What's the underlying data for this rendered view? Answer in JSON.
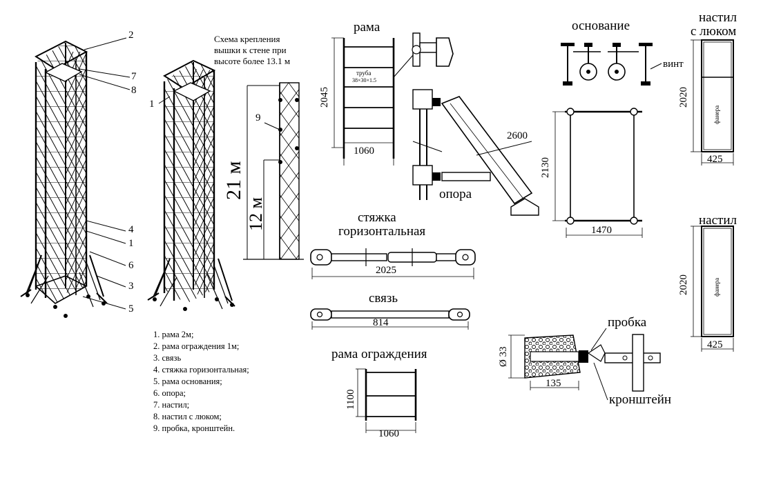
{
  "tower_callouts": {
    "c2": "2",
    "c7": "7",
    "c8": "8",
    "c1a": "1",
    "c4": "4",
    "c1b": "1",
    "c6": "6",
    "c3": "3",
    "c5": "5",
    "c9": "9"
  },
  "wall_scheme": {
    "caption_lines": [
      "Схема крепления",
      "вышки к стене при",
      "высоте более 13.1 м"
    ],
    "height_21": "21 м",
    "height_12": "12 м"
  },
  "frame": {
    "title": "рама",
    "height": "2045",
    "width": "1060",
    "pipe_label_1": "труба",
    "pipe_label_2": "38×30×1.5"
  },
  "support": {
    "title": "опора",
    "length": "2600"
  },
  "base": {
    "title": "основание",
    "screw": "винт",
    "length": "2130",
    "width": "1470"
  },
  "deck_hatch": {
    "title_1": "настил",
    "title_2": "с люком",
    "length": "2020",
    "width": "425",
    "material": "фанера"
  },
  "deck": {
    "title": "настил",
    "length": "2020",
    "width": "425",
    "material": "фанера"
  },
  "tie_horizontal": {
    "title_1": "стяжка",
    "title_2": "горизонтальная",
    "length": "2025"
  },
  "link": {
    "title": "связь",
    "length": "814"
  },
  "guard_frame": {
    "title": "рама ограждения",
    "height": "1100",
    "width": "1060"
  },
  "plug": {
    "title": "пробка",
    "diameter": "Ø 33",
    "length": "135",
    "bracket": "кронштейн"
  },
  "legend": [
    "1. рама 2м;",
    "2. рама ограждения 1м;",
    "3. связь",
    "4. стяжка горизонтальная;",
    "5. рама основания;",
    "6. опора;",
    "7. настил;",
    "8. настил с люком;",
    "9. пробка, кронштейн."
  ]
}
